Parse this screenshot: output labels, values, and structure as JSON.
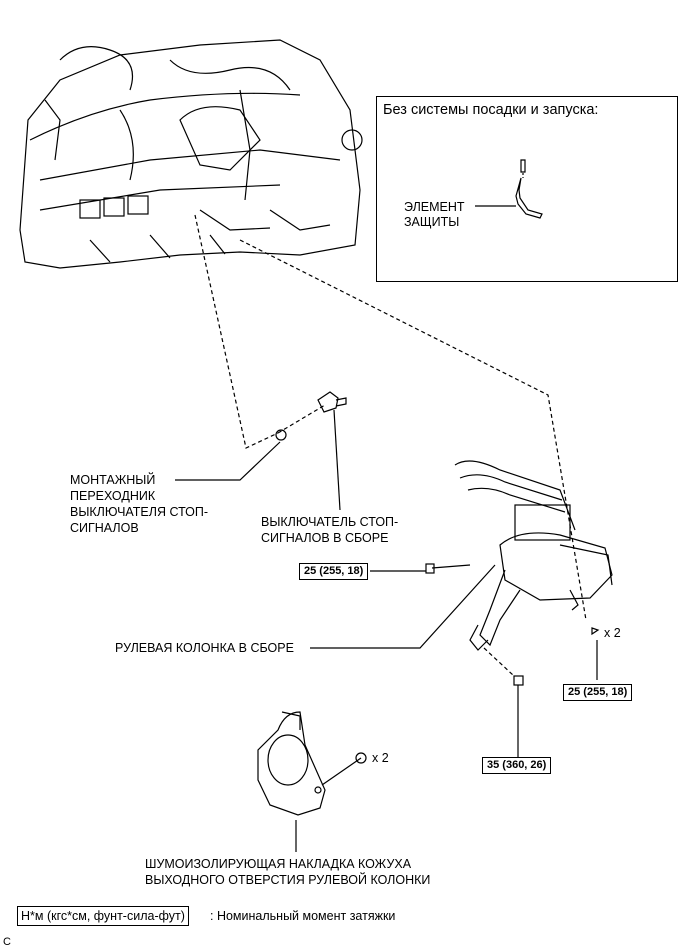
{
  "inset": {
    "title": "Без системы посадки и запуска:",
    "part_label_line1": "ЭЛЕМЕНТ",
    "part_label_line2": "ЗАЩИТЫ"
  },
  "labels": {
    "adapter": [
      "МОНТАЖНЫЙ",
      "ПЕРЕХОДНИК",
      "ВЫКЛЮЧАТЕЛЯ СТОП-",
      "СИГНАЛОВ"
    ],
    "stop_switch": [
      "ВЫКЛЮЧАТЕЛЬ СТОП-",
      "СИГНАЛОВ В СБОРЕ"
    ],
    "steering_column": "РУЛЕВАЯ КОЛОНКА В СБОРЕ",
    "cover": [
      "ШУМОИЗОЛИРУЮЩАЯ НАКЛАДКА КОЖУХА",
      "ВЫХОДНОГО ОТВЕРСТИЯ РУЛЕВОЙ КОЛОНКИ"
    ],
    "qty_nut": "x 2",
    "qty_bolt": "x 2"
  },
  "torques": {
    "column_bolt_left": "25 (255, 18)",
    "column_bolt_right": "25 (255, 18)",
    "lower_bolt": "35 (360, 26)"
  },
  "legend": {
    "unit": "Н*м (кгс*см, фунт-сила-фут)",
    "description": ": Номинальный момент затяжки"
  },
  "corner_mark": "C"
}
